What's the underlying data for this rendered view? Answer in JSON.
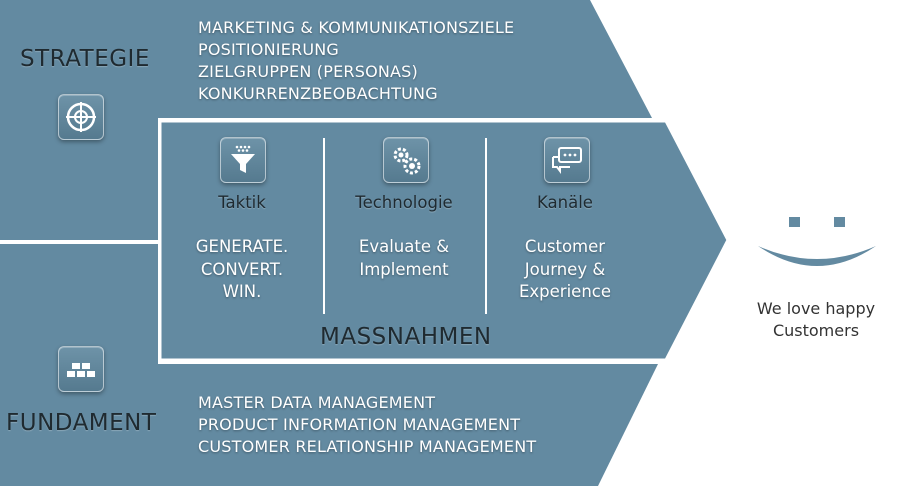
{
  "strategie": {
    "title": "STRATEGIE",
    "items": [
      "MARKETING & KOMMUNIKATIONSZIELE",
      "POSITIONIERUNG",
      "ZIELGRUPPEN (PERSONAS)",
      "KONKURRENZBEOBACHTUNG"
    ],
    "icon": "target-icon"
  },
  "massnahmen": {
    "title": "MASSNAHMEN",
    "columns": [
      {
        "icon": "funnel-icon",
        "title": "Taktik",
        "lines": [
          "GENERATE.",
          "CONVERT.",
          "WIN."
        ]
      },
      {
        "icon": "gears-icon",
        "title": "Technologie",
        "lines": [
          "Evaluate &",
          "Implement"
        ]
      },
      {
        "icon": "chat-icon",
        "title": "Kanäle",
        "lines": [
          "Customer",
          "Journey &",
          "Experience"
        ]
      }
    ]
  },
  "fundament": {
    "title": "FUNDAMENT",
    "items": [
      "MASTER DATA MANAGEMENT",
      "PRODUCT INFORMATION MANAGEMENT",
      "CUSTOMER RELATIONSHIP MANAGEMENT"
    ],
    "icon": "bricks-icon"
  },
  "customers": {
    "icon": "smiley-icon",
    "lines": [
      "We love happy",
      "Customers"
    ]
  },
  "colors": {
    "fill": "#638aa1",
    "border": "#ffffff",
    "text": "#ffffff"
  }
}
